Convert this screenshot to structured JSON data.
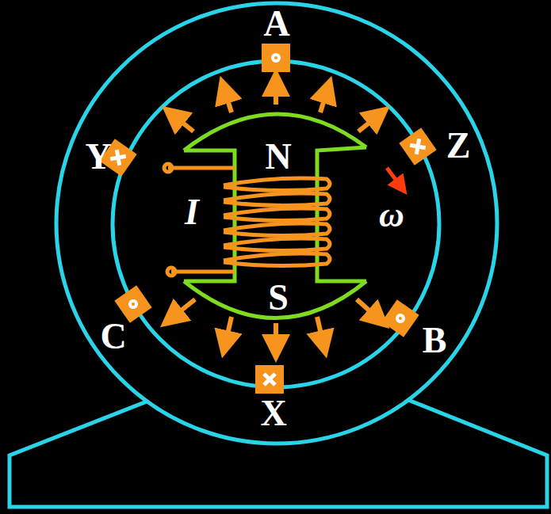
{
  "diagram": {
    "labels": [
      "A",
      "Y",
      "N",
      "Z",
      "I",
      "ω",
      "S",
      "C",
      "B",
      "X"
    ]
  }
}
